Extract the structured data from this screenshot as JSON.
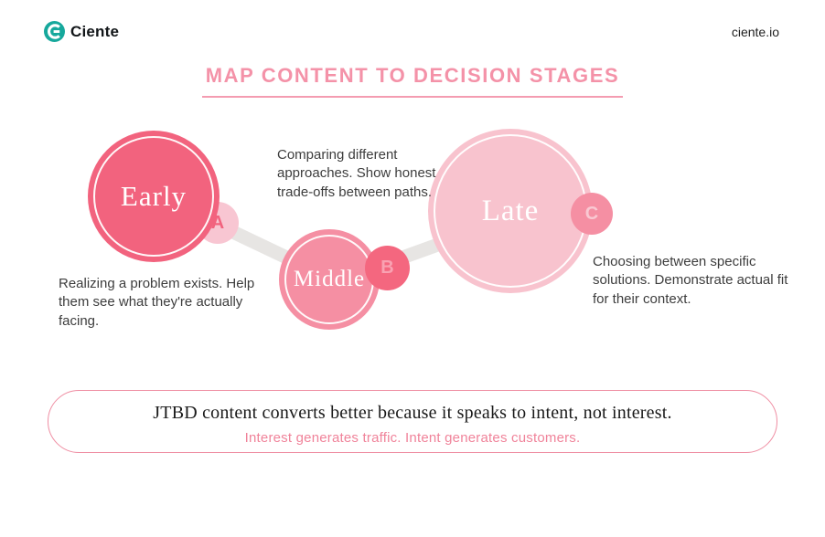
{
  "header": {
    "brand": "Ciente",
    "website": "ciente.io"
  },
  "title": {
    "text": "MAP CONTENT TO DECISION STAGES"
  },
  "diagram": {
    "stages": [
      {
        "label": "Early",
        "badge": "A",
        "description": "Realizing a problem exists. Help them see what they're actually facing.",
        "circle_color": "#f2637e",
        "badge_color": "#f8c6d2",
        "badge_text_color": "#f2637e"
      },
      {
        "label": "Middle",
        "badge": "B",
        "description": "Comparing different approaches. Show honest trade-offs between paths.",
        "circle_color": "#f58fa3",
        "badge_color": "#f4677f",
        "badge_text_color": "#f9a2b2"
      },
      {
        "label": "Late",
        "badge": "C",
        "description": "Choosing between specific solutions. Demonstrate actual fit for their context.",
        "circle_color": "#f8c3ce",
        "badge_color": "#f58fa3",
        "badge_text_color": "#f9c8d2"
      }
    ],
    "connector_color": "#e7e5e3"
  },
  "footer": {
    "headline": "JTBD content converts better because it speaks to intent, not interest.",
    "subline": "Interest generates traffic. Intent generates customers.",
    "border_color": "#ef8da2",
    "subline_color": "#f0839a"
  },
  "colors": {
    "title_pink": "#f492a8",
    "body_text": "#3d3d3d",
    "brand_teal": "#16a89c",
    "headline_text": "#1a1a1a"
  }
}
